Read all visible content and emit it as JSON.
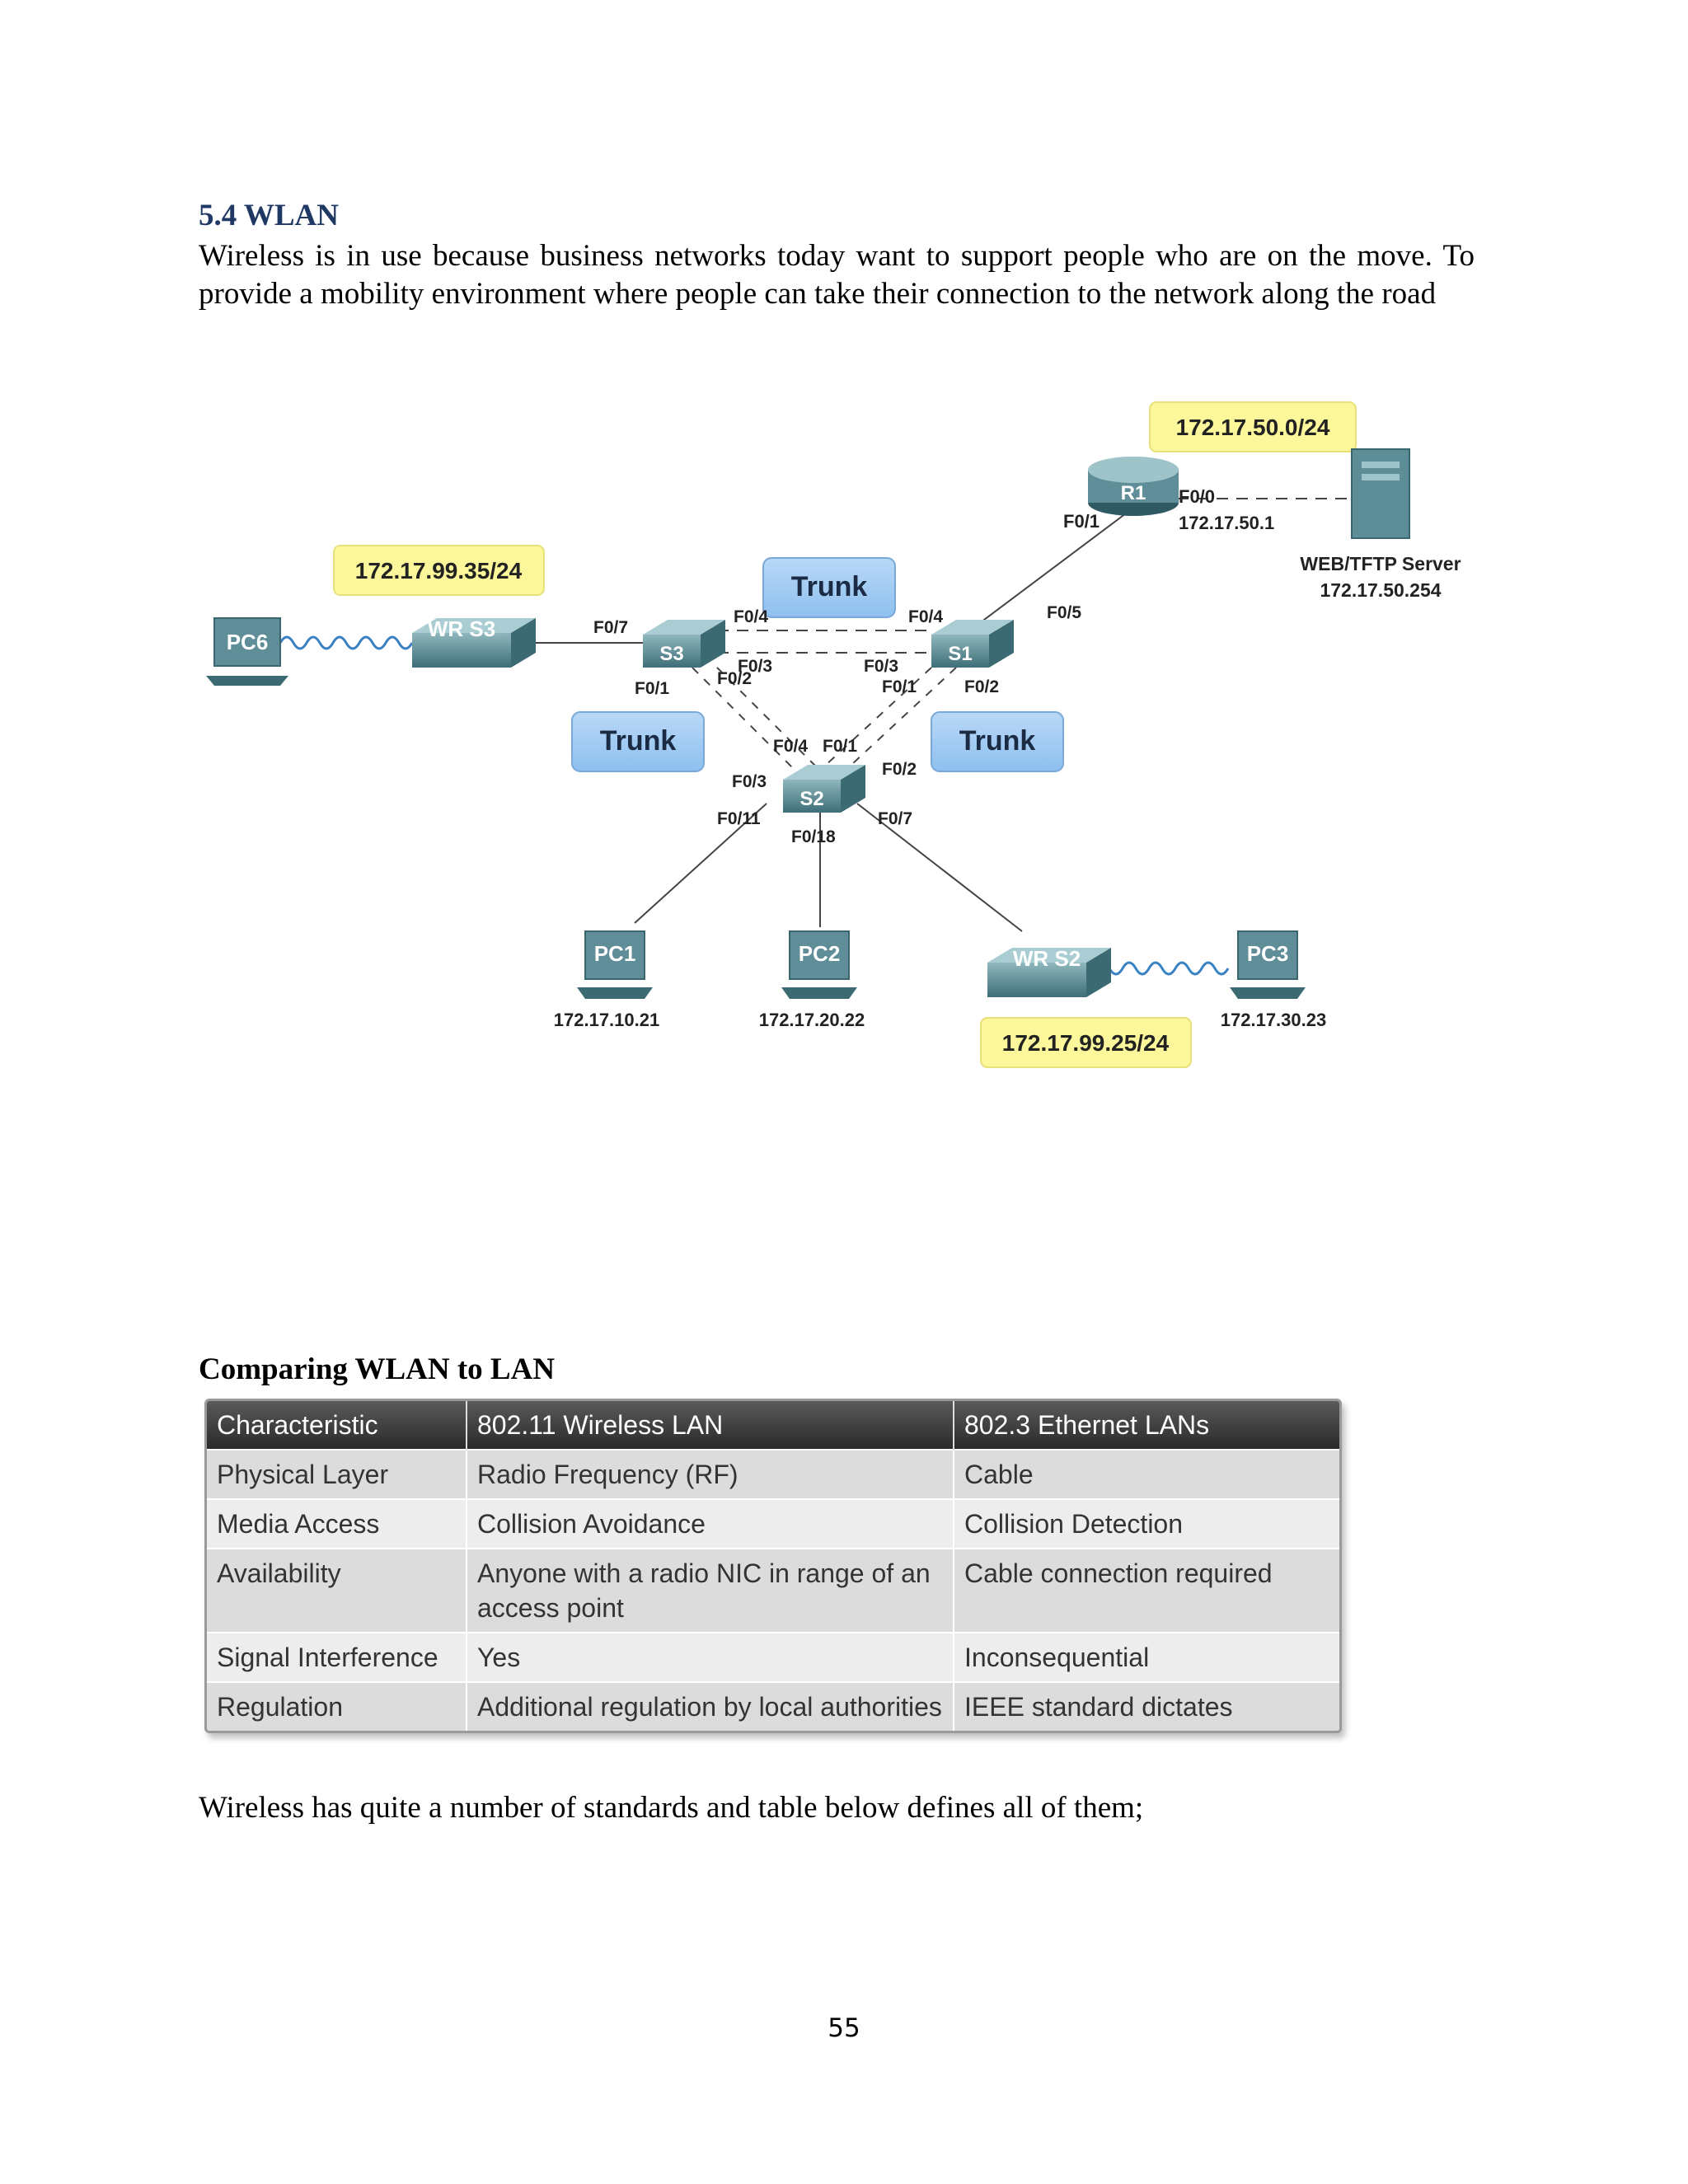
{
  "heading": "5.4 WLAN",
  "intro": "Wireless is in use because business networks today want to support people who are on the move. To provide a mobility environment where people can take their connection to the network along the road",
  "diagram": {
    "subnet_top": "172.17.50.0/24",
    "subnet_left": "172.17.99.35/24",
    "subnet_bottom": "172.17.99.25/24",
    "router": "R1",
    "router_f00": "F0/0",
    "router_ip": "172.17.50.1",
    "router_f01": "F0/1",
    "server_name": "WEB/TFTP Server",
    "server_ip": "172.17.50.254",
    "trunk": "Trunk",
    "s1": "S1",
    "s2": "S2",
    "s3": "S3",
    "wrs3": "WR S3",
    "wrs2": "WR S2",
    "pc1": "PC1",
    "pc2": "PC2",
    "pc3": "PC3",
    "pc6": "PC6",
    "pc1_ip": "172.17.10.21",
    "pc2_ip": "172.17.20.22",
    "pc3_ip": "172.17.30.23",
    "ports": {
      "f07": "F0/7",
      "f04": "F0/4",
      "f05": "F0/5",
      "f03": "F0/3",
      "f01": "F0/1",
      "f02": "F0/2",
      "f011": "F0/11",
      "f018": "F0/18"
    }
  },
  "comparison_heading": "Comparing WLAN to LAN",
  "table": {
    "headers": [
      "Characteristic",
      "802.11 Wireless LAN",
      "802.3 Ethernet LANs"
    ],
    "rows": [
      [
        "Physical Layer",
        "Radio Frequency (RF)",
        "Cable"
      ],
      [
        "Media Access",
        "Collision Avoidance",
        "Collision Detection"
      ],
      [
        "Availability",
        "Anyone with a radio NIC in range of an access point",
        "Cable connection required"
      ],
      [
        "Signal Interference",
        "Yes",
        "Inconsequential"
      ],
      [
        "Regulation",
        "Additional regulation by local authorities",
        "IEEE standard dictates"
      ]
    ]
  },
  "closing": "Wireless has quite a number of standards and table below defines all of them;",
  "page_number": "55"
}
